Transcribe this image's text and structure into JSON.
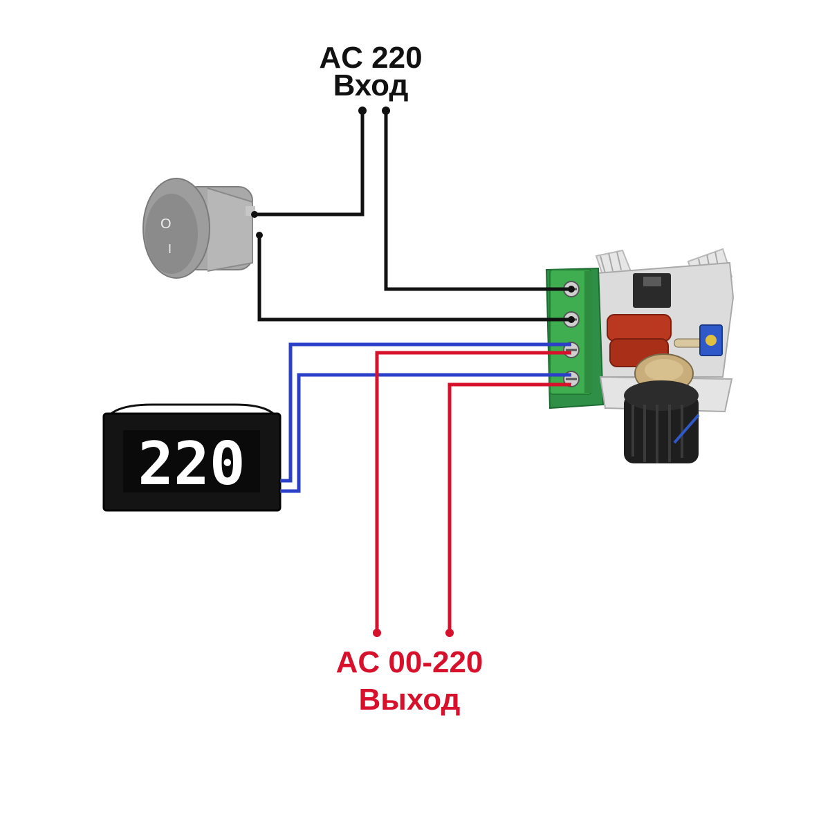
{
  "input_label": {
    "line1": "AC 220",
    "line2": "Вход"
  },
  "output_label": {
    "line1": "AC 00-220",
    "line2": "Выход"
  },
  "voltmeter": {
    "reading": "220"
  },
  "switch": {
    "mark_off": "O",
    "mark_on": "I"
  },
  "colors": {
    "wire_black": "#111111",
    "wire_blue": "#2b3fc8",
    "wire_red": "#d7102c",
    "output_label": "#d7102c",
    "pcb_green": "#1f7a3a",
    "terminal_green": "#37a84a",
    "capacitor_red": "#b8331f",
    "heatsink_silver": "#d6d6d6",
    "switch_grey": "#9b9b9b",
    "knob_black": "#1b1b1b",
    "display_white": "#ffffff",
    "meter_body": "#121212"
  },
  "components": [
    "rocker-switch",
    "voltmeter",
    "dimmer-module",
    "potentiometer-knob"
  ]
}
